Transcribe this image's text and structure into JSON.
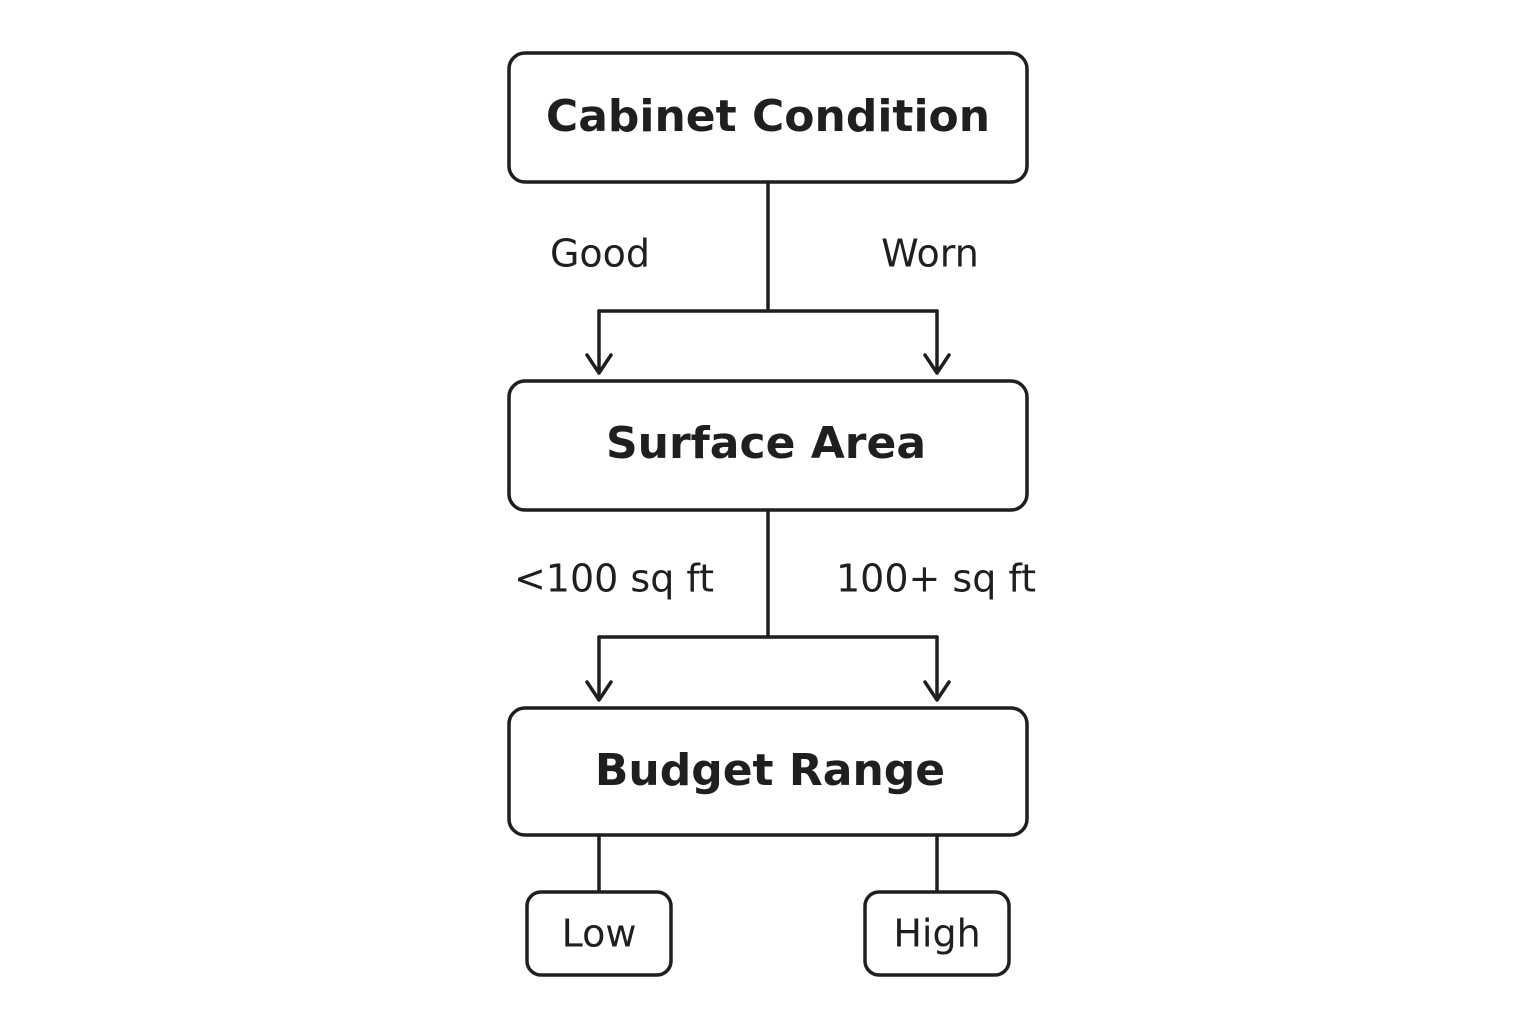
{
  "diagram": {
    "nodes": {
      "cabinet_condition": "Cabinet Condition",
      "surface_area": "Surface Area",
      "budget_range": "Budget Range",
      "low": "Low",
      "high": "High"
    },
    "edges": {
      "good": "Good",
      "worn": "Worn",
      "under_100": "<100 sq ft",
      "over_100": "100+ sq ft"
    }
  }
}
